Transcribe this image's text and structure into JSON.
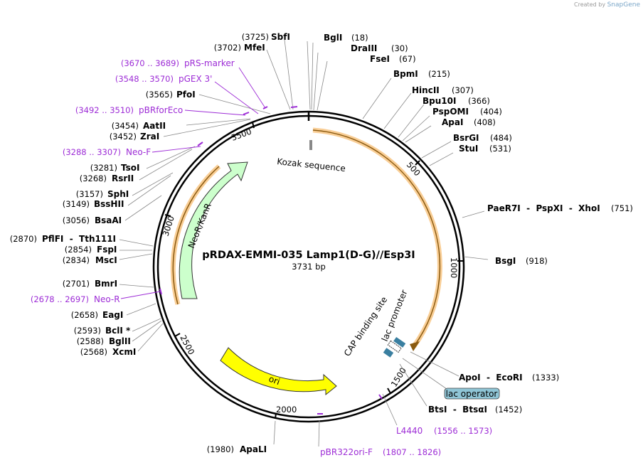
{
  "credit": {
    "prefix": "Created by",
    "brand": "SnapGene"
  },
  "plasmid": {
    "name": "pRDAX-EMMI-035 Lamp1(D-G)//Esp3I",
    "length": "3731 bp"
  },
  "ticks": [
    "500",
    "1000",
    "1500",
    "2000",
    "2500",
    "3000",
    "3500"
  ],
  "features": [
    {
      "name": "Kozak sequence",
      "type": "misc",
      "color": "#888888"
    },
    {
      "name": "NeoR/KanR",
      "type": "CDS",
      "color": "#ccffcc"
    },
    {
      "name": "ori",
      "type": "rep_origin",
      "color": "#ffff00"
    },
    {
      "name": "CAP binding site",
      "type": "protein_bind",
      "color": "#3a7fa0"
    },
    {
      "name": "lac promoter",
      "type": "promoter",
      "color": "#ffffff"
    },
    {
      "name": "lac operator",
      "type": "protein_bind",
      "color": "#8fc5d6"
    }
  ],
  "enzymes_right": [
    {
      "name": "BglI",
      "pos": "(18)"
    },
    {
      "name": "DraIII",
      "pos": "(30)"
    },
    {
      "name": "FseI",
      "pos": "(67)"
    },
    {
      "name": "BpmI",
      "pos": "(215)"
    },
    {
      "name": "HincII",
      "pos": "(307)"
    },
    {
      "name": "Bpu10I",
      "pos": "(366)"
    },
    {
      "name": "PspOMI",
      "pos": "(404)"
    },
    {
      "name": "ApaI",
      "pos": "(408)"
    },
    {
      "name": "BsrGI",
      "pos": "(484)"
    },
    {
      "name": "StuI",
      "pos": "(531)"
    },
    {
      "name": "PaeR7I  -  PspXI  -  XhoI",
      "pos": "(751)"
    },
    {
      "name": "BsgI",
      "pos": "(918)"
    },
    {
      "name": "ApoI  -  EcoRI",
      "pos": "(1333)"
    },
    {
      "name": "BtsI  -  BtsαI",
      "pos": "(1452)"
    }
  ],
  "enzymes_left": [
    {
      "name": "SbfI",
      "pos": "(3725)"
    },
    {
      "name": "MfeI",
      "pos": "(3702)"
    },
    {
      "name": "PfoI",
      "pos": "(3565)"
    },
    {
      "name": "AatII",
      "pos": "(3454)"
    },
    {
      "name": "ZraI",
      "pos": "(3452)"
    },
    {
      "name": "TsoI",
      "pos": "(3281)"
    },
    {
      "name": "RsrII",
      "pos": "(3268)"
    },
    {
      "name": "SphI",
      "pos": "(3157)"
    },
    {
      "name": "BssHII",
      "pos": "(3149)"
    },
    {
      "name": "BsaAI",
      "pos": "(3056)"
    },
    {
      "name": "PflFI  -  Tth111I",
      "pos": "(2870)"
    },
    {
      "name": "FspI",
      "pos": "(2854)"
    },
    {
      "name": "MscI",
      "pos": "(2834)"
    },
    {
      "name": "BmrI",
      "pos": "(2701)"
    },
    {
      "name": "EagI",
      "pos": "(2658)"
    },
    {
      "name": "BclI *",
      "pos": "(2593)"
    },
    {
      "name": "BglII",
      "pos": "(2588)"
    },
    {
      "name": "XcmI",
      "pos": "(2568)"
    },
    {
      "name": "ApaLI",
      "pos": "(1980)"
    }
  ],
  "primers": [
    {
      "name": "pRS-marker",
      "pos": "(3670 .. 3689)"
    },
    {
      "name": "pGEX 3'",
      "pos": "(3548 .. 3570)"
    },
    {
      "name": "pBRforEco",
      "pos": "(3492 .. 3510)"
    },
    {
      "name": "Neo-F",
      "pos": "(3288 .. 3307)"
    },
    {
      "name": "Neo-R",
      "pos": "(2678 .. 2697)"
    },
    {
      "name": "L4440",
      "pos": "(1556 .. 1573)"
    },
    {
      "name": "pBR322ori-F",
      "pos": "(1807 .. 1826)"
    }
  ],
  "colors": {
    "purple": "#9d2cd6",
    "backbone": "#000000",
    "orange": "#f4a640"
  }
}
